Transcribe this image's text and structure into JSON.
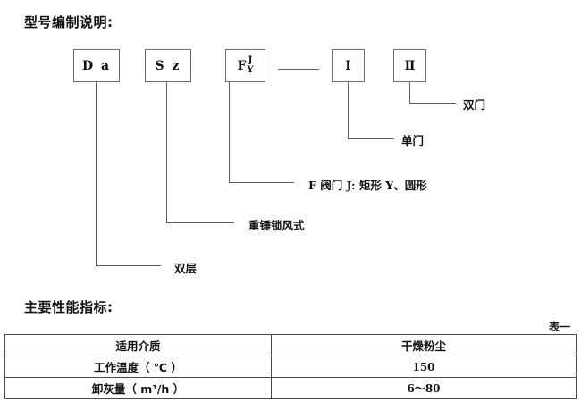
{
  "document": {
    "section_model": {
      "heading": "型号编制说明:",
      "boxes": [
        {
          "id": "da",
          "text": "D a"
        },
        {
          "id": "sz",
          "text": "S z"
        },
        {
          "id": "f",
          "text": "F",
          "numerator": "J",
          "denominator": "Y"
        },
        {
          "id": "one",
          "text": "Ⅰ"
        },
        {
          "id": "two",
          "text": "Ⅱ"
        }
      ],
      "annotations": [
        {
          "id": "shuangmen",
          "text": "双门"
        },
        {
          "id": "danmen",
          "text": "单门"
        },
        {
          "id": "famen",
          "text": "F 阀门 J: 矩形  Y、圆形"
        },
        {
          "id": "zhongchui",
          "text": "重锤锁风式"
        },
        {
          "id": "shuangceng",
          "text": "双层"
        }
      ]
    },
    "section_perf": {
      "heading": "主要性能指标:",
      "table_caption": "表一",
      "rows": [
        {
          "label": "适用介质",
          "value": "干燥粉尘"
        },
        {
          "label": "工作温度（ ℃ ）",
          "value": "150"
        },
        {
          "label": "卸灰量（ m³/h ）",
          "value": "6～80"
        }
      ]
    }
  },
  "colors": {
    "text": "#111111",
    "line": "#5d5d5d",
    "box_border": "#6f6f6f",
    "table_border": "#4a4a4a",
    "background": "#ffffff"
  }
}
